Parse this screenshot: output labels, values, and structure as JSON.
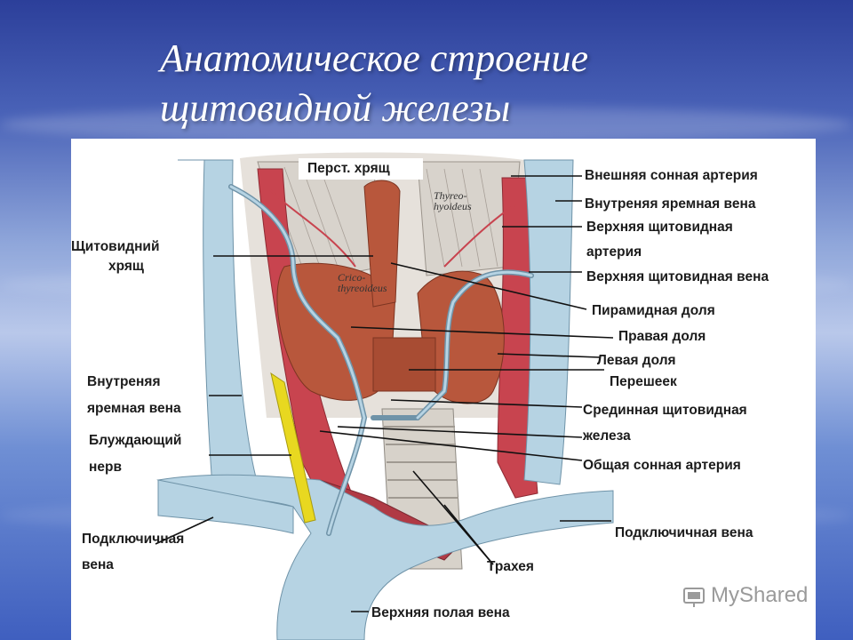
{
  "title": {
    "line1": "Анатомическое строение",
    "line2": "щитовидной железы"
  },
  "labels": {
    "cricoid": "Перст. хрящ",
    "thyroid_cartilage_1": "Щитовидний",
    "thyroid_cartilage_2": "хрящ",
    "ext_carotid": "Внешняя сонная артерия",
    "int_jugular_right": "Внутреняя яремная вена",
    "sup_thyroid_artery_1": "Верхняя щитовидная",
    "sup_thyroid_artery_2": "артерия",
    "sup_thyroid_vein": "Верхняя щитовидная вена",
    "pyramidal_lobe": "Пирамидная доля",
    "right_lobe": "Правая доля",
    "left_lobe": "Левая доля",
    "isthmus": "Перешеек",
    "mid_thyroid_1": "Срединная щитовидная",
    "mid_thyroid_2": "железа",
    "common_carotid": "Общая сонная артерия",
    "int_jugular_left_1": "Внутреняя",
    "int_jugular_left_2": "яремная вена",
    "vagus_1": "Блуждающий",
    "vagus_2": "нерв",
    "subclavian_left_1": "Подключичная",
    "subclavian_left_2": "вена",
    "subclavian_right": "Подключичная вена",
    "trachea": "Трахея",
    "svc": "Верхняя полая вена",
    "latin_thyrohyoid_1": "Thyreo-",
    "latin_thyrohyoid_2": "hyoideus",
    "latin_cricothyroid_1": "Crico-",
    "latin_cricothyroid_2": "thyreoideus"
  },
  "watermark": "MyShared",
  "colors": {
    "vein": "#b6d3e3",
    "vein_edge": "#6f93a8",
    "artery": "#c8444f",
    "gland": "#b8573c",
    "nerve": "#e8d820",
    "muscle": "#d8d3cc"
  }
}
